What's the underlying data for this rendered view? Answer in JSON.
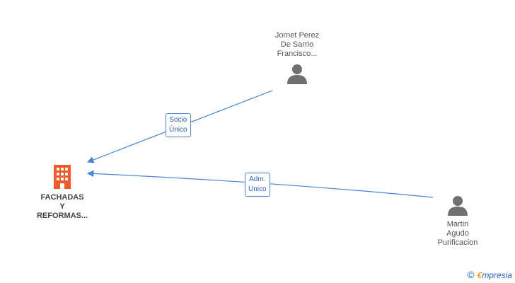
{
  "nodes": {
    "company": {
      "lines": [
        "FACHADAS",
        "Y",
        "REFORMAS..."
      ],
      "icon": "building-icon",
      "color": "#f05a28"
    },
    "person_top": {
      "lines": [
        "Jornet Perez",
        "De Sarrio",
        "Francisco..."
      ],
      "icon": "person-icon",
      "color": "#707070"
    },
    "person_right": {
      "lines": [
        "Martin",
        "Agudo",
        "Purificacion"
      ],
      "icon": "person-icon",
      "color": "#707070"
    }
  },
  "edges": [
    {
      "from": "person_top",
      "to": "company",
      "label": [
        "Socio",
        "Único"
      ]
    },
    {
      "from": "person_right",
      "to": "company",
      "label": [
        "Adm.",
        "Unico"
      ]
    }
  ],
  "footer": {
    "copyright": "©",
    "brand_e": "€",
    "brand_rest": "mpresia"
  },
  "colors": {
    "edge": "#4a86d4",
    "edge_text": "#2d63b5",
    "node_text": "#555555"
  }
}
